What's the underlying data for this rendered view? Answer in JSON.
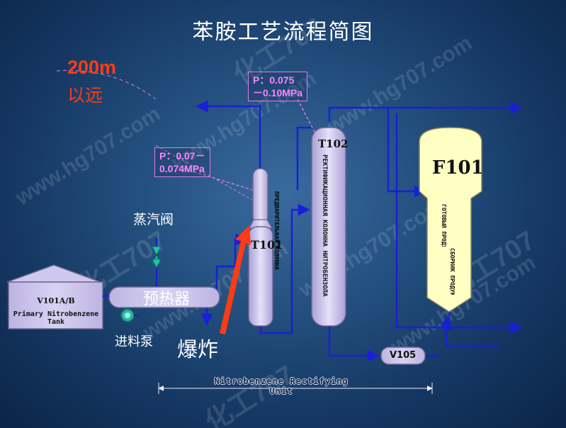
{
  "title": "苯胺工艺流程简图",
  "watermark": {
    "text": "www.hg707.com",
    "logo": "化工707"
  },
  "distance_note": {
    "value": "200m",
    "text": "以远"
  },
  "pressure_t101": {
    "line1": "P：0.07－",
    "line2": "0.074MPa"
  },
  "pressure_t102": {
    "line1": "P：0.075",
    "line2": "－0.10MPa"
  },
  "steam_valve_label": "蒸汽阀",
  "tank": {
    "id": "V101A/B",
    "name": "Primary Nitrobenzene Tank"
  },
  "preheater_label": "预热器",
  "feed_pump_label": "进料泵",
  "explosion_label": "爆炸",
  "t101": {
    "id": "T101",
    "side_text": "ПРЕДВАРИТЕЛЬНАЯ КОЛОННА"
  },
  "t102": {
    "id": "T102",
    "side_text": "РЕКТИФИКАЦИОННАЯ КОЛОННА НИТРОБЕНЗОЛА"
  },
  "f101": {
    "id": "F101",
    "side_text1": "ГОТОВЫЙ ПРОДУКТ",
    "side_text2": "СБОРНИК ПРОДУКТА"
  },
  "v105": {
    "id": "V105"
  },
  "unit_label": "Nitrobenzene Rectifying Unit",
  "colors": {
    "pipe": "#1a1fd6",
    "equipment": "#c9c1ea",
    "equipment_outline": "#6e6690",
    "vessel": "#ffffc4",
    "alert": "#ff3b14",
    "annotation": "#ff82ff",
    "valve": "#22c4a8"
  }
}
